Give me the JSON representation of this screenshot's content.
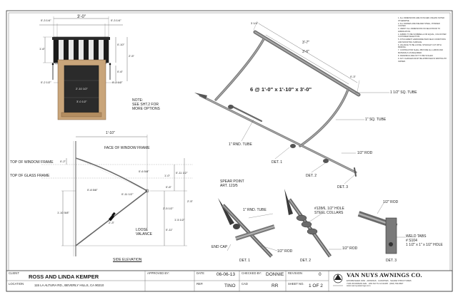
{
  "drawing": {
    "main_label": "6 @ 1'-0\" x 1'-10\" x 3'-0\"",
    "front_view": {
      "width_dim": "3'-0\"",
      "width_dim_small_left": "0'-3 1/4\"",
      "width_dim_small_right": "0'-3 1/4\"",
      "left_height_dim": "1'-6\"",
      "right_dims": [
        "0'-10\"",
        "2'-5\"",
        "0'-6\""
      ],
      "bottom_dims_left": "0'-2 1/2\"",
      "bottom_dims_right": "0'-2 1/2\"",
      "window_dim_upper": "2'-10 1/2\"",
      "window_dim_lower": "3'-0 1/2\"",
      "note": "NOTE:\nSEE SHT.2 FOR\nMORE OPTIONS"
    },
    "side_elevation": {
      "top_width_dim": "1'-10\"",
      "face_label": "FACE OF WINDOW FRAME",
      "top_of_window_frame": "TOP OF WINDOW FRAME",
      "top_of_glass_frame": "TOP OF GLASS FRAME",
      "small_top_dim": "0'-2\"",
      "dims": [
        "0'-6 5/8\"",
        "0'-8 5/8\"",
        "0'-11 1/2\"",
        "1'-0\"",
        "0'-11 1/2\"",
        "2'-5\"",
        "0'-6\"",
        "1'-10 5/8\"",
        "1'-5 1/2\"",
        "0'-11\"",
        "2'-5 1/2\""
      ],
      "loose_valance": "LOOSE\nVALANCE",
      "caption": "SIDE ELEVATION"
    },
    "iso": {
      "dims_top": [
        "3'-7\"",
        "3'-6\"",
        "0'-3\""
      ],
      "dim_left": "3 1/4\"",
      "sq_tube_1": "1 1/2\" SQ. TUBE",
      "sq_tube_2": "1\" SQ. TUBE",
      "rnd_tube": "1\" RND. TUBE",
      "rod": "1/2\" ROD",
      "det1": "DET. 1",
      "det2": "DET. 2",
      "det3": "DET. 3"
    },
    "details": {
      "spear_point": "SPEAR POINT\nART. 123/5",
      "rnd_tube": "1\" RND. TUBE",
      "end_cap": "END CAP",
      "rod": "1/2\" ROD",
      "collars": "#128/6, 1/2\" HOLE\nSTEEL COLLARS",
      "weld_tabs": "WELD TABS\n# S104\n1 1/2\" x 1\" x 1/2\" HOLE",
      "det1": "DET. 1",
      "det2": "DET. 2",
      "det3": "DET. 3"
    },
    "notes": [
      "1. ALL DIMENSIONS ARE IN INCHES UNLESS NOTED OTHERWISE.",
      "2. ALL FRAMES ARE WELDED STEEL, POWDER COATED.",
      "3. VERIFY ALL DIMENSIONS IN FIELD PRIOR TO FABRICATION.",
      "4. FABRIC TO BE SUNBRELLA OR EQUAL, COLOR PER CUSTOMER SELECTION.",
      "5. ATTACHMENT HARDWARE PER FIELD CONDITIONS AND MOUNTING SURFACE.",
      "6. VALANCE TO BE LOOSE, STRAIGHT CUT WITH BINDING.",
      "7. CONTRACTOR SHALL PROVIDE ALL LABOR AND MATERIALS AS REQUIRED.",
      "8. DRAWINGS ARE NOT TO BE SCALED.",
      "9. ANY CHANGES MUST BE APPROVED IN WRITING BY OWNER."
    ]
  },
  "title_block": {
    "client_caption": "CLIENT",
    "client": "ROSS AND LINDA KEMPER",
    "location_caption": "LOCATION",
    "location": "115 LA ALTURA RD., BEVERLY HILLS, CA 90210",
    "approved_caption": "APPROVED BY:",
    "date_caption": "DATE",
    "date": "06-06-13",
    "rep_caption": "REP.",
    "rep": "TINO",
    "checked_caption": "CHECKED BY:",
    "checked": "DONNIE",
    "cad_caption": "CAD",
    "cad": "RR",
    "revision_caption": "REVISION",
    "revision": "0",
    "sheet_caption": "SHEET NO.",
    "sheet": "1 OF 2",
    "company": "VAN NUYS AWNINGS CO.",
    "company_sub": "ESTABLISHED 1962 · AWNINGS · CANOPIES · SHADE STRUCTURES\n7136 WOODMAN AVE · VAN NUYS CA 91405 · (818) 782-8607\nwww.vannuysawnings.com"
  },
  "colors": {
    "awning_dark": "#1a1a1a",
    "awning_light": "#e8e8e8",
    "wall_tan": "#c9a57a",
    "window_dark": "#2b2b2b",
    "frame_gray": "#8a8a8a"
  }
}
